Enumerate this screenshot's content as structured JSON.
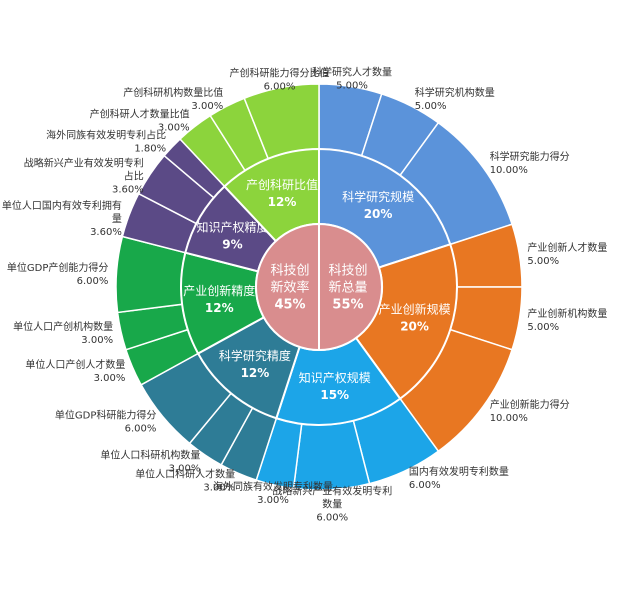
{
  "chart_data": {
    "type": "sunburst",
    "inner": [
      {
        "name": "科技创新效率",
        "lines": [
          "科技创",
          "新效率"
        ],
        "value": "45%",
        "color": "#D98D8E"
      },
      {
        "name": "科技创新总量",
        "lines": [
          "科技创",
          "新总量"
        ],
        "value": "55%",
        "color": "#D98D8E"
      }
    ],
    "middle": [
      {
        "name": "科学研究规模",
        "value": "20%",
        "pct": 20,
        "color": "#5B93DA"
      },
      {
        "name": "产业创新规模",
        "value": "20%",
        "pct": 20,
        "color": "#E87722"
      },
      {
        "name": "知识产权规模",
        "value": "15%",
        "pct": 15,
        "color": "#1CA5E8"
      },
      {
        "name": "科学研究精度",
        "value": "12%",
        "pct": 12,
        "color": "#2E7C96"
      },
      {
        "name": "产业创新精度",
        "value": "12%",
        "pct": 12,
        "color": "#18A84A"
      },
      {
        "name": "知识产权精度",
        "value": "9%",
        "pct": 9,
        "color": "#5B4A86"
      },
      {
        "name": "产创科研比值",
        "value": "12%",
        "pct": 12,
        "color": "#8CD43C"
      }
    ],
    "outer": [
      {
        "name": "科学研究人才数量",
        "value": "5.00%",
        "pct": 5,
        "color": "#5B93DA"
      },
      {
        "name": "科学研究机构数量",
        "value": "5.00%",
        "pct": 5,
        "color": "#5B93DA"
      },
      {
        "name": "科学研究能力得分",
        "value": "10.00%",
        "pct": 10,
        "color": "#5B93DA"
      },
      {
        "name": "产业创新人才数量",
        "value": "5.00%",
        "pct": 5,
        "color": "#E87722"
      },
      {
        "name": "产业创新机构数量",
        "value": "5.00%",
        "pct": 5,
        "color": "#E87722"
      },
      {
        "name": "产业创新能力得分",
        "value": "10.00%",
        "pct": 10,
        "color": "#E87722"
      },
      {
        "name": "国内有效发明专利数量",
        "value": "6.00%",
        "pct": 6,
        "color": "#1CA5E8"
      },
      {
        "name": "战略新兴产业有效发明专利数量",
        "value": "6.00%",
        "pct": 6,
        "color": "#1CA5E8"
      },
      {
        "name": "海外同族有效发明专利数量",
        "value": "3.00%",
        "pct": 3,
        "color": "#1CA5E8"
      },
      {
        "name": "单位人口科研人才数量",
        "value": "3.00%",
        "pct": 3,
        "color": "#2E7C96"
      },
      {
        "name": "单位人口科研机构数量",
        "value": "3.00%",
        "pct": 3,
        "color": "#2E7C96"
      },
      {
        "name": "单位GDP科研能力得分",
        "value": "6.00%",
        "pct": 6,
        "color": "#2E7C96"
      },
      {
        "name": "单位人口产创人才数量",
        "value": "3.00%",
        "pct": 3,
        "color": "#18A84A"
      },
      {
        "name": "单位人口产创机构数量",
        "value": "3.00%",
        "pct": 3,
        "color": "#18A84A"
      },
      {
        "name": "单位GDP产创能力得分",
        "value": "6.00%",
        "pct": 6,
        "color": "#18A84A"
      },
      {
        "name": "单位人口国内有效专利拥有量",
        "value": "3.60%",
        "pct": 3.6,
        "color": "#5B4A86"
      },
      {
        "name": "战略新兴产业有效发明专利占比",
        "value": "3.60%",
        "pct": 3.6,
        "color": "#5B4A86"
      },
      {
        "name": "海外同族有效发明专利占比",
        "value": "1.80%",
        "pct": 1.8,
        "color": "#5B4A86"
      },
      {
        "name": "产创科研人才数量比值",
        "value": "3.00%",
        "pct": 3,
        "color": "#8CD43C"
      },
      {
        "name": "产创科研机构数量比值",
        "value": "3.00%",
        "pct": 3,
        "color": "#8CD43C"
      },
      {
        "name": "产创科研能力得分比值",
        "value": "6.00%",
        "pct": 6,
        "color": "#8CD43C"
      }
    ]
  }
}
